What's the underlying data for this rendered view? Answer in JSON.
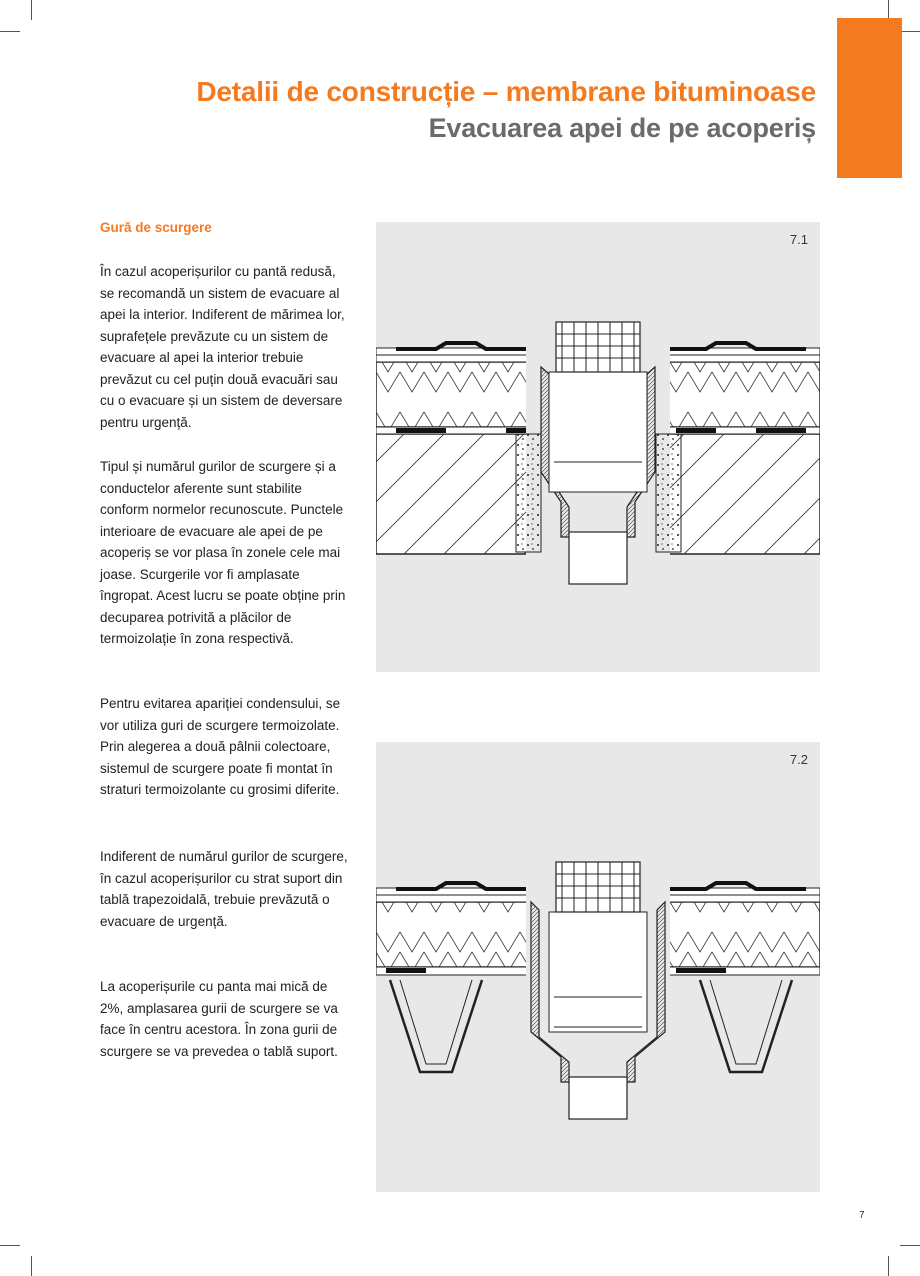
{
  "header": {
    "title": "Detalii de construcție – membrane bituminoase",
    "subtitle": "Evacuarea apei de pe acoperiș"
  },
  "section": {
    "heading": "Gură de scurgere",
    "paragraphs": [
      "În cazul acoperișurilor cu pantă redusă, se recomandă un sistem de evacuare al apei la interior. Indiferent de mărimea lor, suprafețele prevăzute cu un sistem de evacuare al apei la interior trebuie prevăzut cu cel puțin două evacuări sau cu o evacuare și un sistem de deversare pentru urgență.",
      "Tipul și numărul gurilor de scurgere și a conductelor aferente sunt stabilite conform normelor recunoscute. Punctele interioare de evacuare ale apei de pe acoperiș se vor plasa în zonele cele mai joase. Scurgerile vor fi amplasate îngropat. Acest lucru se poate obține prin decuparea potrivită a plăcilor de termoizolație în zona respectivă.",
      "Pentru evitarea apariției condensului, se vor utiliza guri de scurgere termoizolate. Prin alegerea a două pâlnii colectoare, sistemul de scurgere poate fi montat în straturi termoizolante cu grosimi diferite.",
      "Indiferent de numărul gurilor de scurgere, în cazul acoperișurilor cu strat suport din tablă trapezoidală, trebuie prevăzută o evacuare de urgență.",
      "La acoperișurile cu panta mai mică de 2%, amplasarea gurii de scurgere se va face în centru acestora. În zona gurii de scurgere se va prevedea o tablă suport."
    ]
  },
  "figures": [
    {
      "label": "7.1"
    },
    {
      "label": "7.2"
    }
  ],
  "page_number": "7",
  "colors": {
    "accent": "#f47a20",
    "subtitle": "#6b6b6b",
    "figure_bg": "#e8e8e8"
  }
}
